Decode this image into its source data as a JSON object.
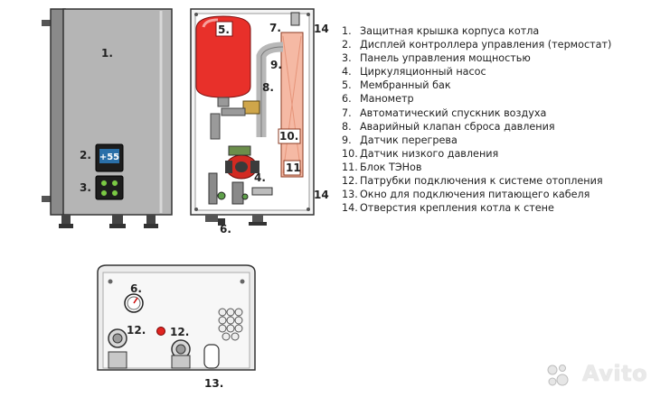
{
  "legend": [
    {
      "num": "1.",
      "text": "Защитная крышка корпуса котла"
    },
    {
      "num": "2.",
      "text": "Дисплей контроллера управления (термостат)"
    },
    {
      "num": "3.",
      "text": "Панель управления мощностью"
    },
    {
      "num": "4.",
      "text": "Циркуляционный насос"
    },
    {
      "num": "5.",
      "text": "Мембранный бак"
    },
    {
      "num": "6.",
      "text": "Манометр"
    },
    {
      "num": "7.",
      "text": "Автоматический спускник воздуха"
    },
    {
      "num": "8.",
      "text": "Аварийный клапан сброса давления"
    },
    {
      "num": "9.",
      "text": "Датчик перегрева"
    },
    {
      "num": "10.",
      "text": "Датчик низкого давления"
    },
    {
      "num": "11.",
      "text": "Блок ТЭНов"
    },
    {
      "num": "12.",
      "text": "Патрубки подключения к системе отопления"
    },
    {
      "num": "13.",
      "text": "Окно для подключения питающего кабеля"
    },
    {
      "num": "14.",
      "text": "Отверстия крепления котла к стене"
    }
  ],
  "front": {
    "callout_1": "1.",
    "callout_2": "2.",
    "callout_3": "3.",
    "display_value": "+55"
  },
  "inside": {
    "callout_5": "5.",
    "callout_7": "7.",
    "callout_8": "8.",
    "callout_9": "9.",
    "callout_10": "10.",
    "callout_11": "11",
    "callout_4": "4.",
    "callout_6": "6.",
    "callout_14_top": "14",
    "callout_14_bottom": "14"
  },
  "bottom": {
    "callout_6": "6.",
    "callout_12_left": "12.",
    "callout_12_right": "12.",
    "callout_13": "13."
  },
  "watermark": {
    "text": "Avito"
  }
}
